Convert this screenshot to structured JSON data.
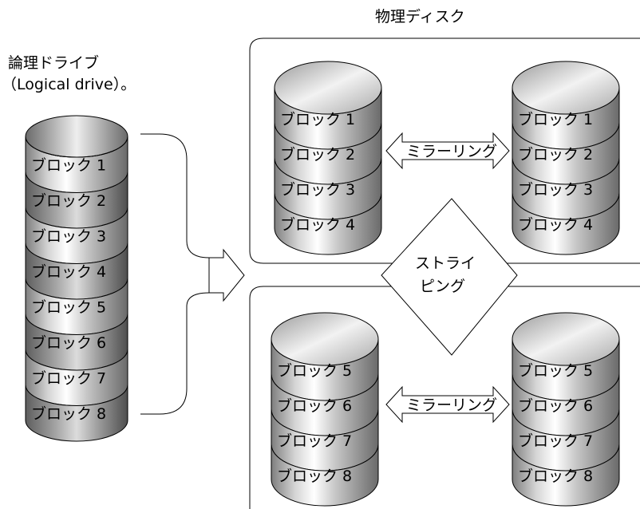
{
  "physical_disks_label": "物理ディスク",
  "logical_drive_label_line1": "論理ドライブ",
  "logical_drive_label_line2": "（Logical drive）。",
  "mirroring_label": "ミラーリング",
  "striping_label_line1": "ストライ",
  "striping_label_line2": "ピング",
  "logical_blocks": [
    "ブロック 1",
    "ブロック 2",
    "ブロック 3",
    "ブロック 4",
    "ブロック 5",
    "ブロック 6",
    "ブロック 7",
    "ブロック 8"
  ],
  "group_top_blocks": [
    "ブロック 1",
    "ブロック 2",
    "ブロック 3",
    "ブロック 4"
  ],
  "group_bottom_blocks": [
    "ブロック 5",
    "ブロック 6",
    "ブロック 7",
    "ブロック 8"
  ]
}
